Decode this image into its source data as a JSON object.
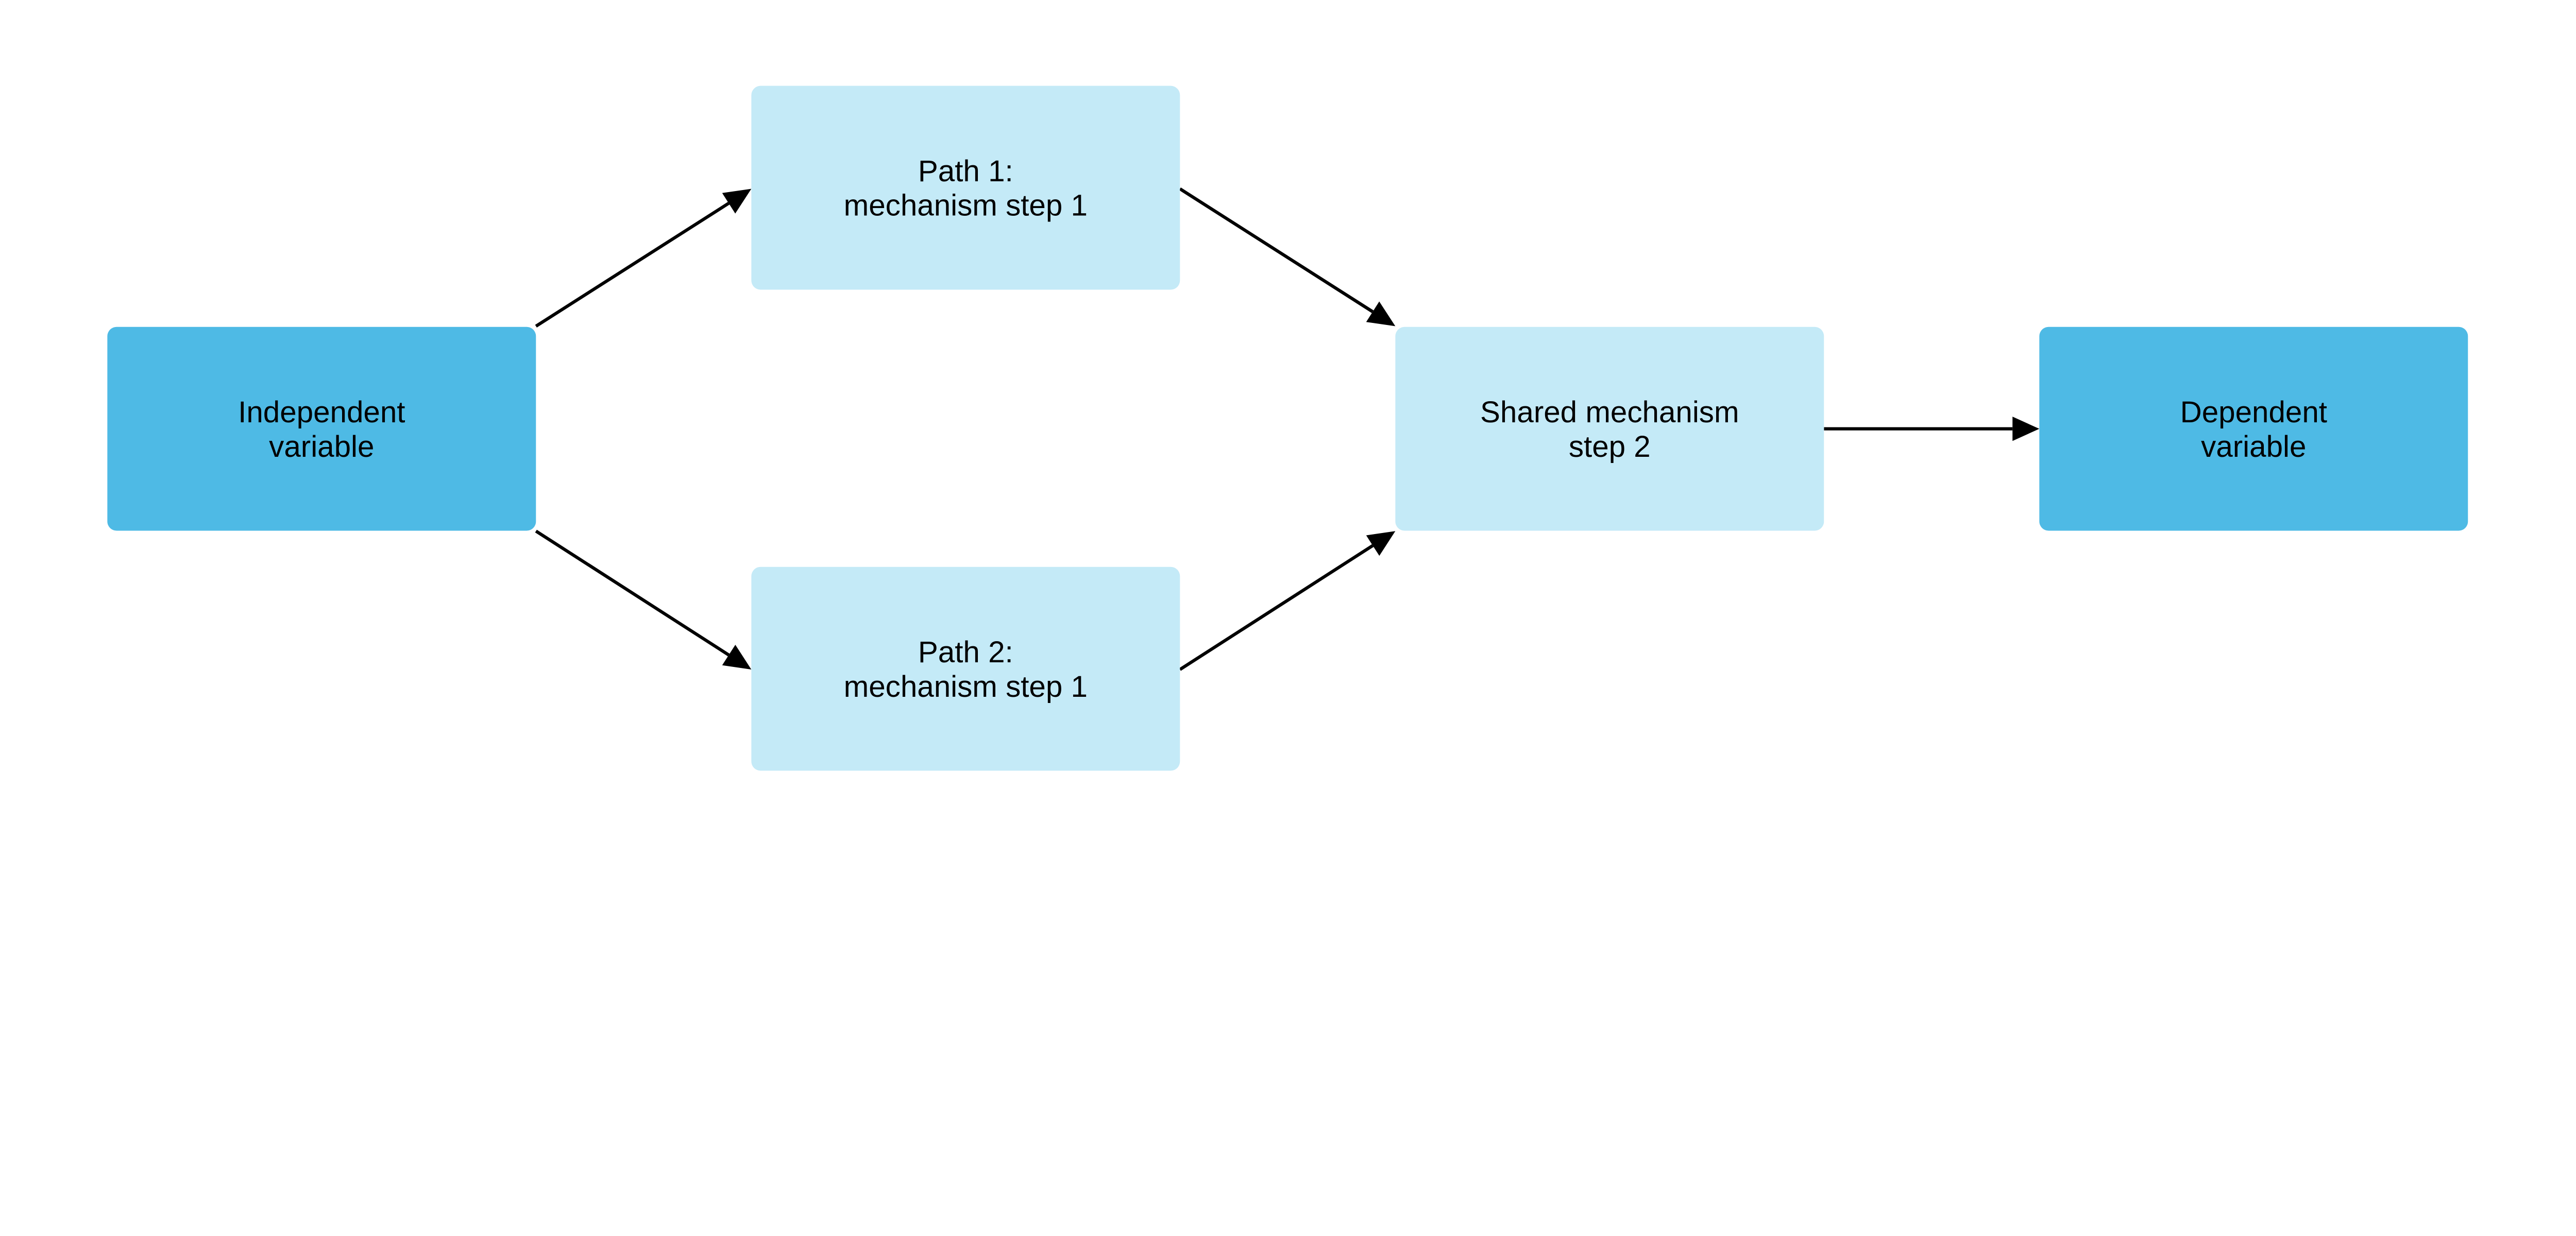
{
  "colors": {
    "primary": "#4EBAE5",
    "secondary": "#C4EAF7",
    "edge": "#000000"
  },
  "nodes": [
    {
      "id": "iv",
      "lines": [
        "Independent",
        "variable"
      ],
      "style": "primary"
    },
    {
      "id": "p1",
      "lines": [
        "Path 1:",
        "mechanism step 1"
      ],
      "style": "secondary"
    },
    {
      "id": "p2",
      "lines": [
        "Path 2:",
        "mechanism step 1"
      ],
      "style": "secondary"
    },
    {
      "id": "shared",
      "lines": [
        "Shared mechanism",
        "step 2"
      ],
      "style": "secondary"
    },
    {
      "id": "dv",
      "lines": [
        "Dependent",
        "variable"
      ],
      "style": "primary"
    }
  ],
  "edges": [
    {
      "from": "iv",
      "to": "p1"
    },
    {
      "from": "iv",
      "to": "p2"
    },
    {
      "from": "p1",
      "to": "shared"
    },
    {
      "from": "p2",
      "to": "shared"
    },
    {
      "from": "shared",
      "to": "dv"
    }
  ]
}
